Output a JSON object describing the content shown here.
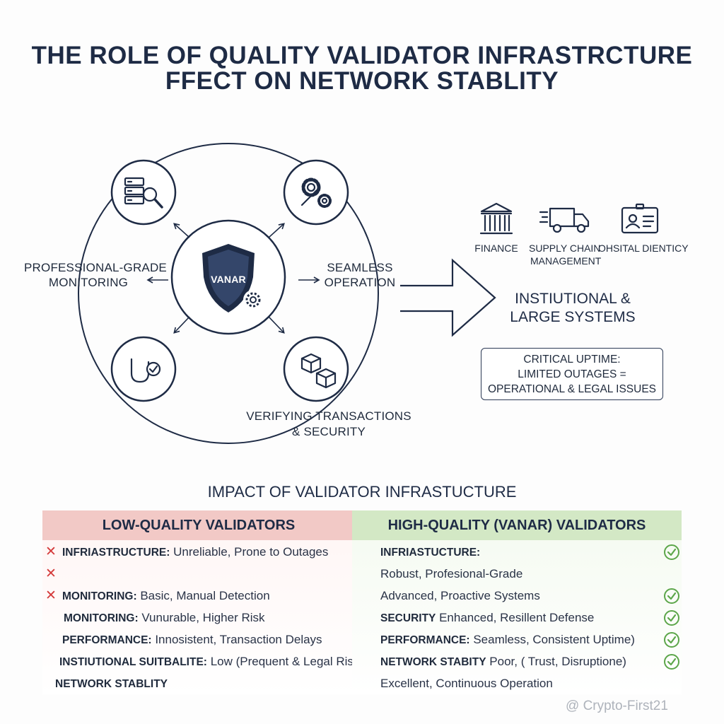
{
  "title": {
    "line1": "THE ROLE OF QUALITY VALIDATOR INFRASTRCTURE",
    "line2": "FFECT ON NETWORK STABLITY"
  },
  "diagram": {
    "center_label": "VANAR",
    "nodes": {
      "monitoring": {
        "line1": "PROFESSIONAL-GRADE",
        "line2": "MONITORING",
        "icon": "server-search-icon"
      },
      "operation": {
        "line1": "SEAMLESS",
        "line2": "OPERATION",
        "icon": "gears-icon"
      },
      "uptime": {
        "icon": "uptime-check-icon"
      },
      "security": {
        "line1": "VERIFYING TRANSACTIONS",
        "line2": "& SECURITY",
        "icon": "blocks-icon"
      }
    }
  },
  "right": {
    "sectors": [
      {
        "label": "FINANCE",
        "icon": "bank-icon"
      },
      {
        "label_line1": "SUPPLY CHAIN",
        "label_line2": "MANAGEMENT",
        "icon": "truck-icon"
      },
      {
        "label": "OHSITAL DIENTICY",
        "icon": "id-card-icon"
      }
    ],
    "heading_line1": "INSTIUTIONAL &",
    "heading_line2": "LARGE SYSTEMS",
    "box": {
      "line1": "CRITICAL UPTIME:",
      "line2": "LIMITED OUTAGES =",
      "line3": "OPERATIONAL & LEGAL ISSUES"
    }
  },
  "impact": {
    "heading": "IMPACT OF VALIDATOR INFRASTUCTURE",
    "low": {
      "header": "LOW-QUALITY VALIDATORS",
      "rows": [
        {
          "key": "INFRIASTRUCTURE:",
          "value": " Unreliable, Prone to Outages",
          "mark": "✕"
        },
        {
          "key": "",
          "value": "",
          "mark": "✕"
        },
        {
          "key": "MONITORING:",
          "value": "  Basic, Manual Detection",
          "mark": "✕"
        },
        {
          "key": "MONITORING:",
          "value": "  Vunurable, Higher Risk",
          "mark": ""
        },
        {
          "key": "PERFORMANCE:",
          "value": "  Innosistent, Transaction Delays",
          "mark": ""
        },
        {
          "key": "INSTIUTIONAL SUITBALITE:",
          "value": " Low (Prequent & Legal Risk)",
          "mark": ""
        },
        {
          "key": "NETWORK STABLITY",
          "value": "",
          "mark": ""
        }
      ]
    },
    "high": {
      "header": "HIGH-QUALITY (VANAR) VALIDATORS",
      "rows": [
        {
          "key": "INFRIASTUCTURE:",
          "value": "",
          "check": true
        },
        {
          "key": "",
          "value": "Robust, Profesional-Grade",
          "check": false
        },
        {
          "key": "",
          "value": "Advanced, Proactive Systems",
          "check": true
        },
        {
          "key": "SECURITY",
          "value": "   Enhanced, Resillent Defense",
          "check": true
        },
        {
          "key": "PERFORMANCE:",
          "value": " Seamless, Consistent Uptime)",
          "check": true
        },
        {
          "key": "NETWORK STABITY",
          "value": " Poor, ( Trust, Disruptione)",
          "check": true
        },
        {
          "key": "",
          "value": "Excellent, Continuous Operation",
          "check": false
        }
      ]
    }
  },
  "watermark": "@ Crypto-First21",
  "colors": {
    "navy": "#1e2b45",
    "low_header_bg": "#f2c9c6",
    "high_header_bg": "#d3e8c5",
    "cross_red": "#d43a3a",
    "check_green": "#5ca64a"
  }
}
